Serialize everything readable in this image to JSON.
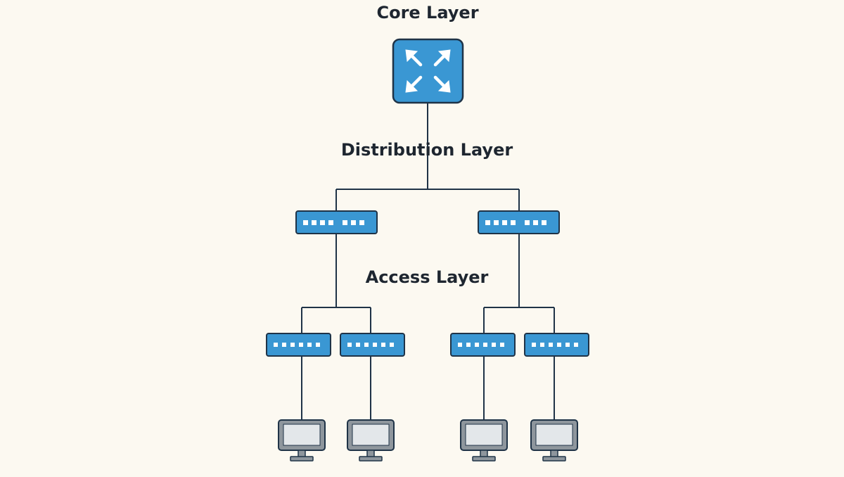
{
  "diagram": {
    "title": "Core Layer",
    "layers": {
      "core": "Core Layer",
      "distribution": "Distribution Layer",
      "access": "Access Layer"
    },
    "nodes": {
      "core_router": "router-icon",
      "distribution_switches": 2,
      "access_switches": 4,
      "computers": 4
    },
    "colors": {
      "device_fill": "#3a97d3",
      "device_stroke": "#1f3347",
      "line": "#1f3347",
      "monitor_body": "#8e969d",
      "monitor_screen": "#e3e7ea",
      "background": "#fcf9f1"
    }
  }
}
